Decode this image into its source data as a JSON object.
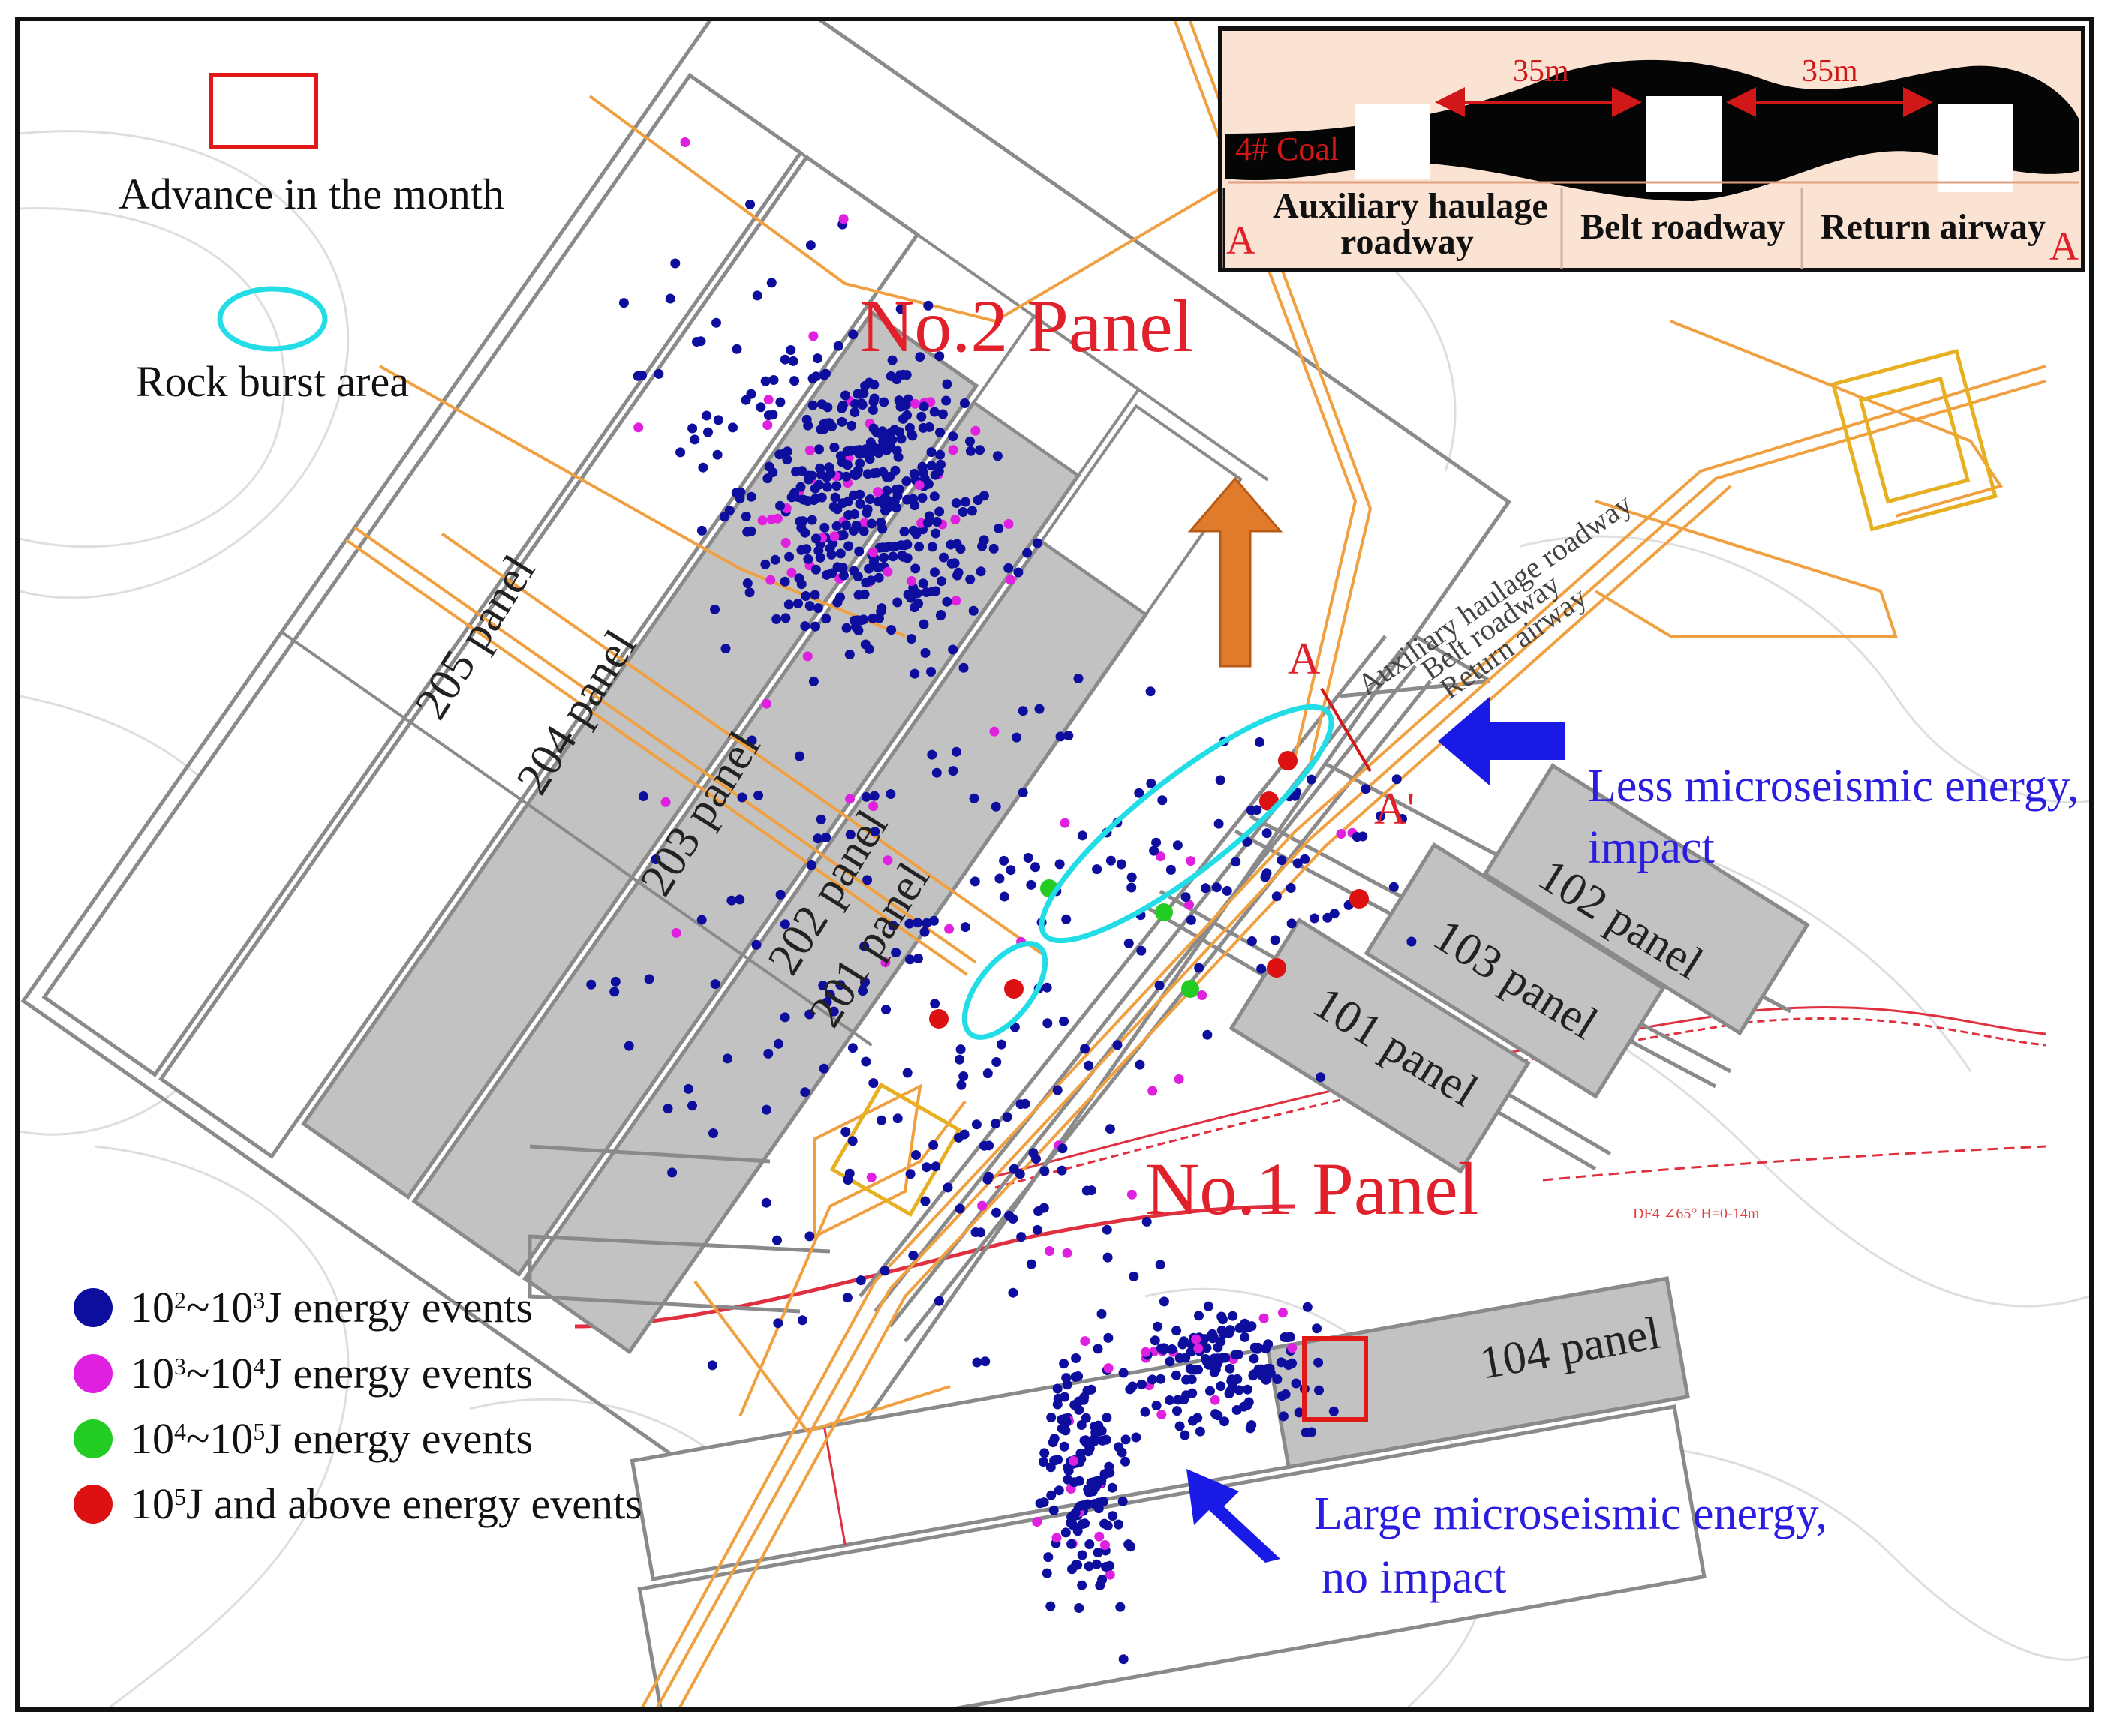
{
  "legend": {
    "advance_label": "Advance in the month",
    "rockburst_label": "Rock burst area",
    "events": [
      {
        "base": "10",
        "e1": "2",
        "mid": "~10",
        "e2": "3",
        "suffix": "J energy events",
        "color": "#0d0d9e"
      },
      {
        "base": "10",
        "e1": "3",
        "mid": "~10",
        "e2": "4",
        "suffix": "J energy events",
        "color": "#e020e0"
      },
      {
        "base": "10",
        "e1": "4",
        "mid": "~10",
        "e2": "5",
        "suffix": "J energy events",
        "color": "#22cc22"
      },
      {
        "base": "10",
        "e1": "5",
        "mid": "",
        "e2": "",
        "suffix": "J and above energy events",
        "color": "#dd1111"
      }
    ]
  },
  "titles": {
    "no2": "No.2 Panel",
    "no1": "No.1 Panel"
  },
  "panels": {
    "p205": "205 panel",
    "p204": "204 panel",
    "p203": "203 panel",
    "p202": "202 panel",
    "p201": "201 panel",
    "p101": "101 panel",
    "p103": "103 panel",
    "p102": "102 panel",
    "p104": "104 panel"
  },
  "roadways": {
    "aux": "Auxiliary haulage roadway",
    "belt": "Belt roadway",
    "return": "Return airway"
  },
  "section": {
    "coal": "4# Coal",
    "dim1": "35m",
    "dim2": "35m",
    "aux_line1": "Auxiliary haulage",
    "aux_line2": "roadway",
    "belt": "Belt roadway",
    "return": "Return airway",
    "end_a": "A",
    "end_a2": "A"
  },
  "markers": {
    "a": "A",
    "a_prime": "A'"
  },
  "notes": {
    "less_line1": "Less microseismic energy,",
    "less_line2": "impact",
    "large_line1": "Large microseismic energy,",
    "large_line2": "no impact"
  },
  "faults": {
    "df4": "DF4 ∠65° H=0-14m"
  },
  "colors": {
    "roadway_orange": "#f0a040",
    "roadway_yellow": "#e6b020",
    "gray_panel": "#c2c2c2",
    "rockburst_cyan": "#22dde6",
    "arrow_orange": "#e07b2c",
    "arrow_blue": "#1a1ae6",
    "fault_red": "#e03040"
  }
}
